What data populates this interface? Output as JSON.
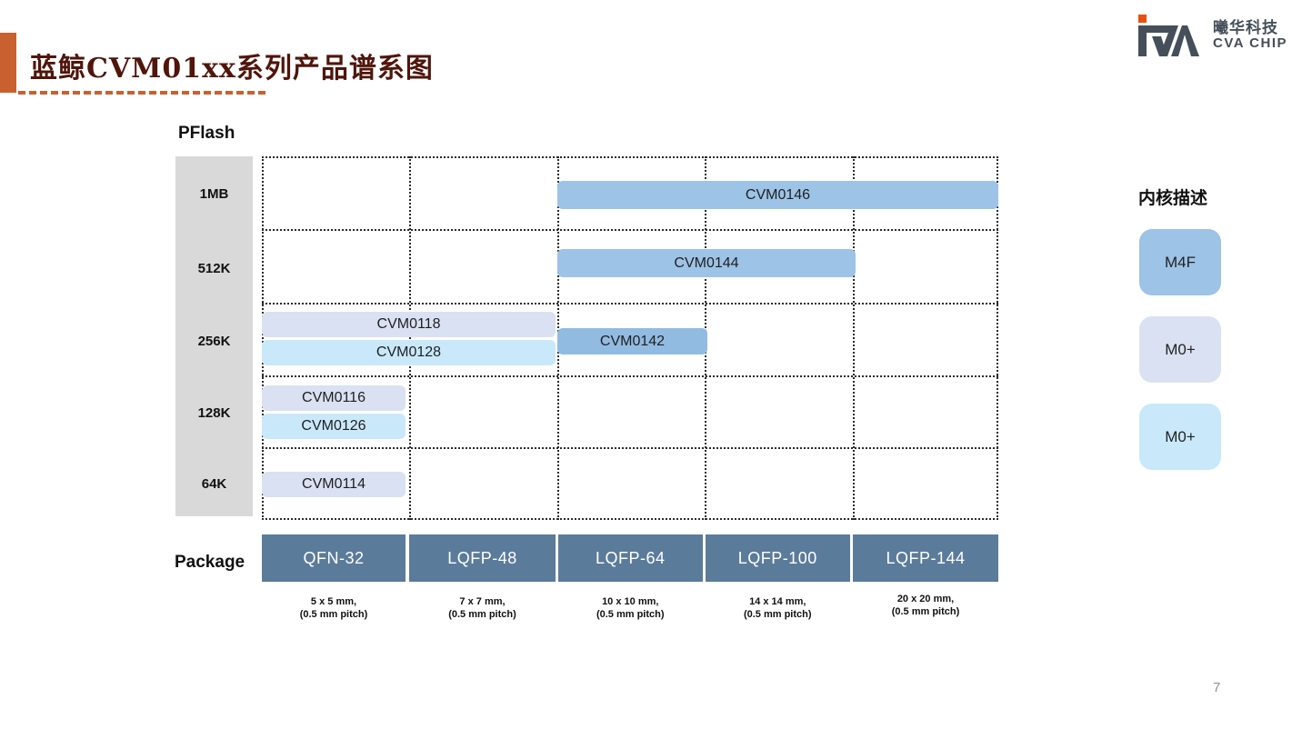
{
  "slide": {
    "title": "蓝鲸CVM01xx系列产品谱系图",
    "page_number": "7"
  },
  "logo": {
    "mark": "CVA",
    "company_cn": "曦华科技",
    "company_en": "CVA CHIP"
  },
  "chart": {
    "type": "product-matrix",
    "y_axis_title": "PFlash",
    "x_axis_title": "Package",
    "y_labels": [
      "1MB",
      "512K",
      "256K",
      "128K",
      "64K"
    ],
    "packages": [
      {
        "name": "QFN-32",
        "size": "5 x 5 mm,",
        "pitch": "(0.5 mm pitch)"
      },
      {
        "name": "LQFP-48",
        "size": "7 x 7 mm,",
        "pitch": "(0.5 mm pitch)"
      },
      {
        "name": "LQFP-64",
        "size": "10 x 10 mm,",
        "pitch": "(0.5 mm pitch)"
      },
      {
        "name": "LQFP-100",
        "size": "14 x 14 mm,",
        "pitch": "(0.5 mm pitch)"
      },
      {
        "name": "LQFP-144",
        "size": "20 x 20 mm,",
        "pitch": "(0.5 mm pitch)"
      }
    ],
    "products": [
      {
        "name": "CVM0146",
        "flash": "1MB",
        "core": "M4F",
        "package_span": [
          "LQFP-64",
          "LQFP-144"
        ],
        "color": "#9DC3E6"
      },
      {
        "name": "CVM0144",
        "flash": "512K",
        "core": "M4F",
        "package_span": [
          "LQFP-64",
          "LQFP-100"
        ],
        "color": "#9DC3E6"
      },
      {
        "name": "CVM0118",
        "flash": "256K",
        "core": "M0+",
        "package_span": [
          "QFN-32",
          "LQFP-48"
        ],
        "color": "#DAE1F2"
      },
      {
        "name": "CVM0128",
        "flash": "256K",
        "core": "M0+",
        "package_span": [
          "QFN-32",
          "LQFP-48"
        ],
        "color": "#C9E9FB"
      },
      {
        "name": "CVM0142",
        "flash": "256K",
        "core": "M4F",
        "package_span": [
          "LQFP-64",
          "LQFP-64"
        ],
        "color": "#92BBE2"
      },
      {
        "name": "CVM0116",
        "flash": "128K",
        "core": "M0+",
        "package_span": [
          "QFN-32",
          "QFN-32"
        ],
        "color": "#DAE1F2"
      },
      {
        "name": "CVM0126",
        "flash": "128K",
        "core": "M0+",
        "package_span": [
          "QFN-32",
          "QFN-32"
        ],
        "color": "#C9E9FB"
      },
      {
        "name": "CVM0114",
        "flash": "64K",
        "core": "M0+",
        "package_span": [
          "QFN-32",
          "QFN-32"
        ],
        "color": "#DAE1F2"
      }
    ]
  },
  "legend": {
    "title": "内核描述",
    "items": [
      {
        "label": "M4F",
        "color": "#9DC3E6"
      },
      {
        "label": "M0+",
        "color": "#DAE1F2"
      },
      {
        "label": "M0+",
        "color": "#C9E9FB"
      }
    ]
  },
  "colors": {
    "accent_orange": "#C9602F",
    "logo_orange": "#E8500F",
    "title_text": "#50150b",
    "package_block": "#5B7B9B",
    "axis_column_gray": "#D9D9D9",
    "grid_dots": "#2b2b2b"
  }
}
